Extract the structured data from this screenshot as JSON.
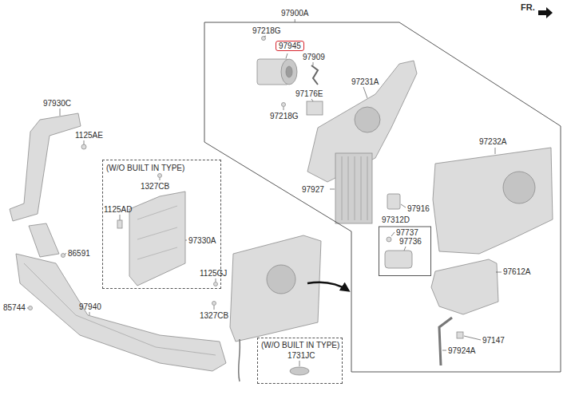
{
  "diagram": {
    "nodes": [
      {
        "text": [
          "97900A"
        ]
      },
      {
        "text": [
          "97945"
        ],
        "in": 0
      },
      {
        "text": [
          "97312D"
        ],
        "in": 0
      },
      {
        "text": [
          "(W/O BUILT IN TYPE)"
        ]
      },
      {
        "text": [
          "(W/O BUILT IN TYPE)"
        ]
      }
    ],
    "labels": [
      "FR.",
      "97218G",
      "97909",
      "97176E",
      "97218G",
      "97231A",
      "97927",
      "97916",
      "97737",
      "97736",
      "97232A",
      "97612A",
      "97147",
      "97924A",
      "97930C",
      "1125AE",
      "86591",
      "85744",
      "97940",
      "1125GJ",
      "1327CB",
      "1327CB",
      "1125AD",
      "97330A",
      "1731JC"
    ]
  }
}
